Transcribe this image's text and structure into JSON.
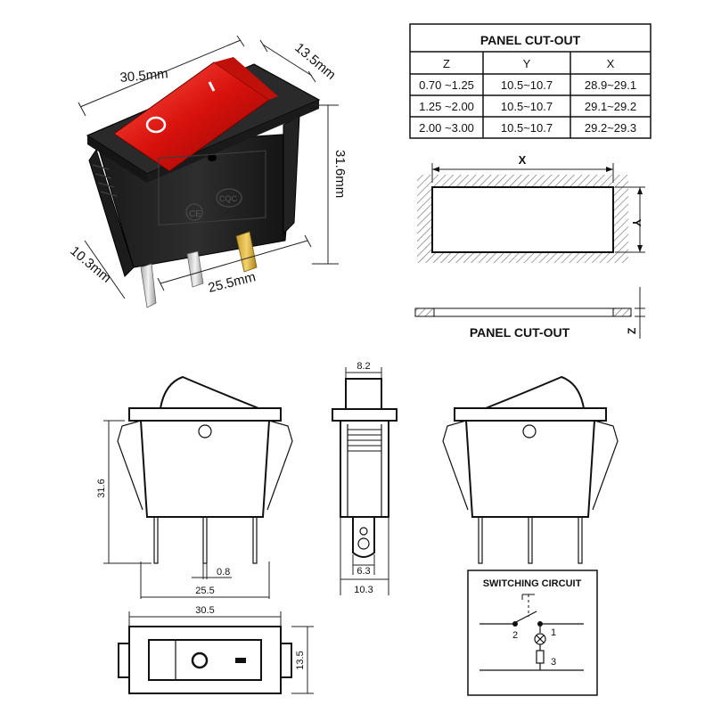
{
  "photo": {
    "dim_length": "30.5mm",
    "dim_width": "13.5mm",
    "dim_height": "31.6mm",
    "dim_depth": "10.3mm",
    "dim_body": "25.5mm",
    "off_symbol": "O",
    "on_symbol": "I",
    "mark_ce": "CE",
    "mark_cqc": "CQC"
  },
  "cutout_table": {
    "title": "PANEL CUT-OUT",
    "headers": [
      "Z",
      "Y",
      "X"
    ],
    "rows": [
      [
        "0.70 ~1.25",
        "10.5~10.7",
        "28.9~29.1"
      ],
      [
        "1.25 ~2.00",
        "10.5~10.7",
        "29.1~29.2"
      ],
      [
        "2.00 ~3.00",
        "10.5~10.7",
        "29.2~29.3"
      ]
    ]
  },
  "cutout_drawing": {
    "x_label": "X",
    "y_label": "Y",
    "z_label": "Z",
    "caption": "PANEL CUT-OUT"
  },
  "drawings": {
    "front_height": "31.6",
    "pin_width": "0.8",
    "body_width": "25.5",
    "side_top": "8.2",
    "side_pin": "6.3",
    "side_width": "10.3",
    "top_width": "30.5",
    "top_height": "13.5"
  },
  "circuit": {
    "title": "SWITCHING CIRCUIT",
    "label_1": "1",
    "label_2": "2",
    "label_3": "3"
  }
}
